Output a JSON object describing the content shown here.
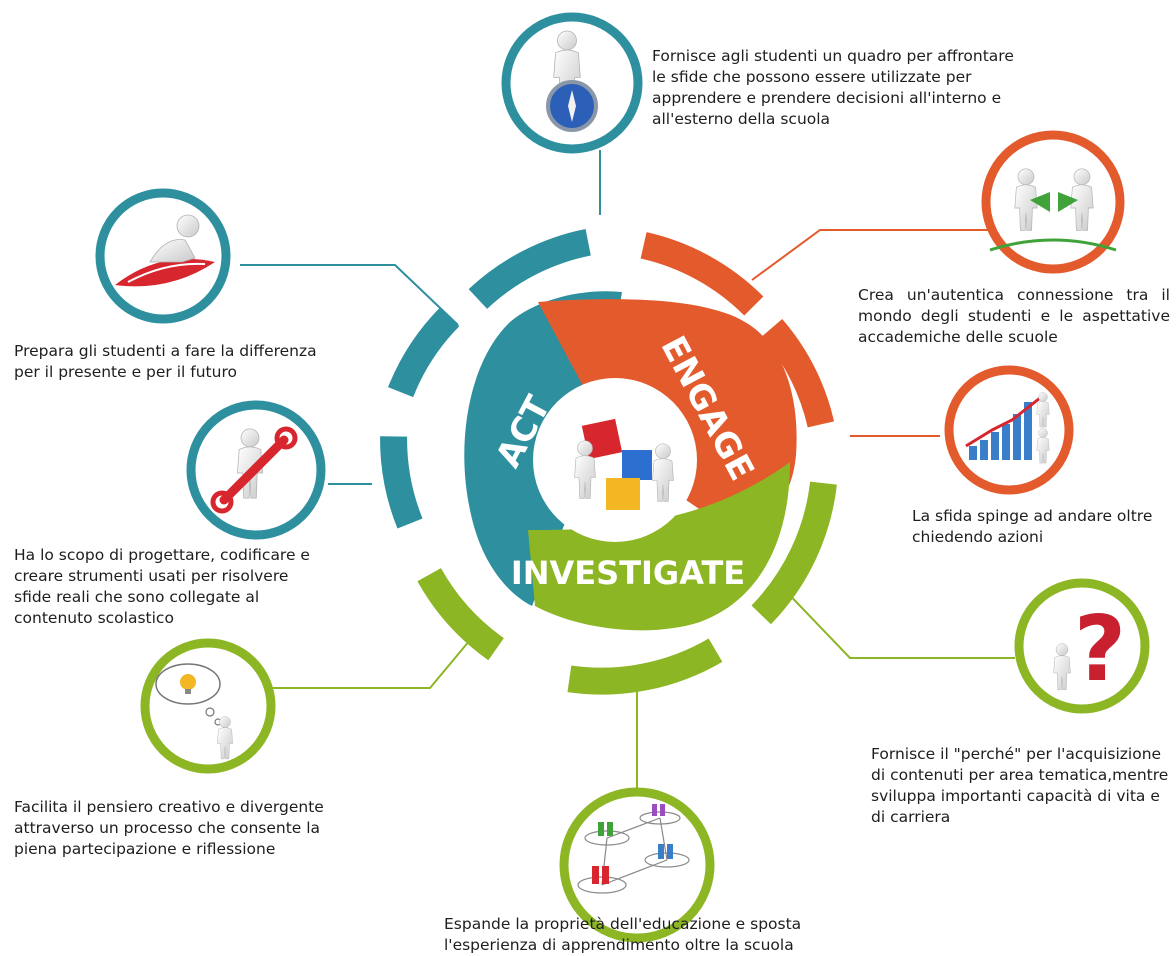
{
  "center": {
    "segments": [
      {
        "label": "ENGAGE",
        "color": "#e35a2c"
      },
      {
        "label": "INVESTIGATE",
        "color": "#8cb624"
      },
      {
        "label": "ACT",
        "color": "#2e8f9f"
      }
    ]
  },
  "colors": {
    "teal": "#2e8f9f",
    "orange": "#e35a2c",
    "green": "#8cb624"
  },
  "items": [
    {
      "icon": "compass-figure-icon",
      "text": "Fornisce agli studenti un quadro per affrontare\nle sfide che possono essere utilizzate per\napprendere e prendere decisioni all'interno e\nall'esterno della scuola"
    },
    {
      "icon": "handshake-plug-icon",
      "text": "Crea un'autentica connessione tra il mondo degli studenti e le  aspettative accademiche delle scuole"
    },
    {
      "icon": "growth-chart-icon",
      "text": "La sfida spinge ad andare oltre\nchiedendo azioni"
    },
    {
      "icon": "question-mark-icon",
      "text": "Fornisce il \"perché\" per l'acquisizione\ndi contenuti per area tematica,mentre\nsviluppa importanti capacità di vita e\ndi carriera"
    },
    {
      "icon": "network-people-icon",
      "text": "Espande la proprietà dell'educazione e sposta\nl'esperienza di apprendimento oltre la scuola"
    },
    {
      "icon": "idea-bubble-icon",
      "text": "Facilita il pensiero creativo e divergente\nattraverso un processo che consente la\npiena partecipazione e riflessione"
    },
    {
      "icon": "wrench-figure-icon",
      "text": "Ha lo scopo di progettare, codificare e\ncreare strumenti usati per risolvere\nsfide reali che sono collegate al\ncontenuto scolastico"
    },
    {
      "icon": "surfboard-figure-icon",
      "text": "Prepara gli studenti a fare la differenza\nper il presente e per il futuro"
    }
  ]
}
